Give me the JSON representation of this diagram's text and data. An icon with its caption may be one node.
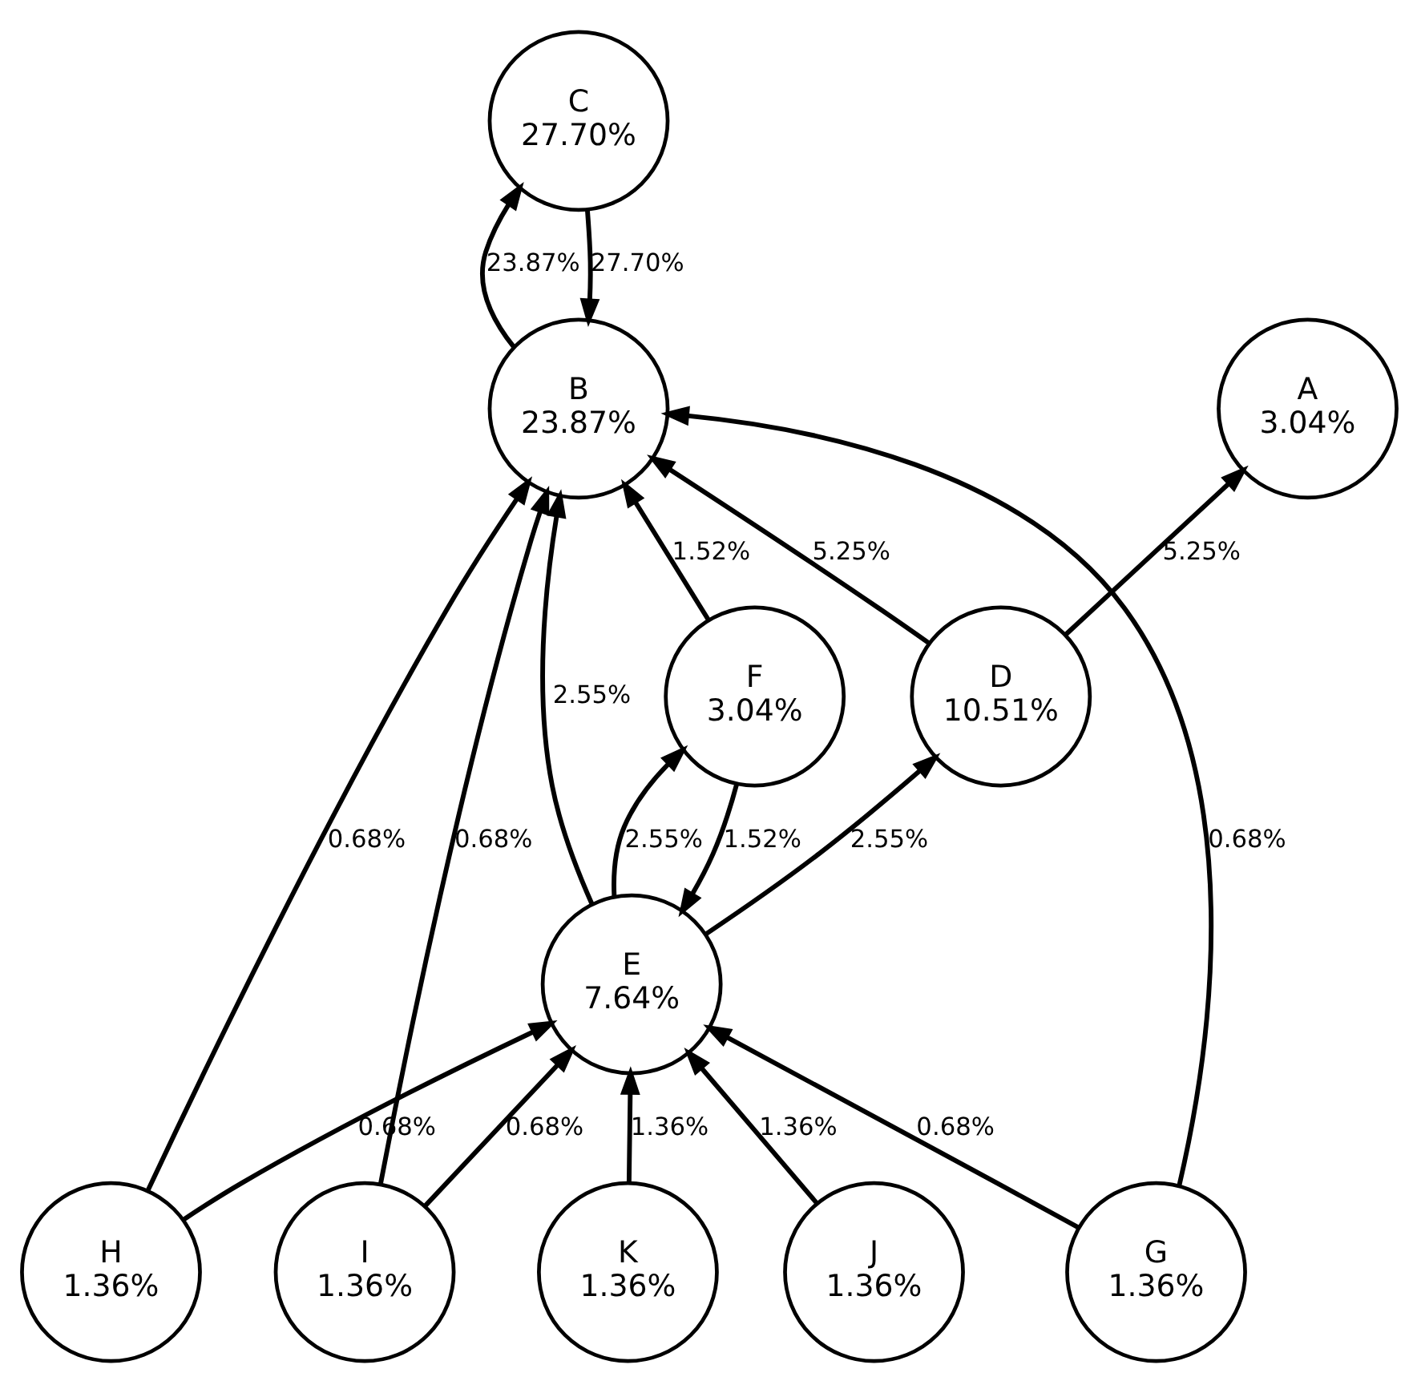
{
  "diagram": {
    "nodes": [
      {
        "text": [
          "A",
          "3.04%"
        ]
      },
      {
        "text": [
          "B",
          "23.87%"
        ]
      },
      {
        "text": [
          "C",
          "27.70%"
        ]
      },
      {
        "text": [
          "D",
          "10.51%"
        ]
      },
      {
        "text": [
          "E",
          "7.64%"
        ]
      },
      {
        "text": [
          "F",
          "3.04%"
        ]
      },
      {
        "text": [
          "G",
          "1.36%"
        ]
      },
      {
        "text": [
          "H",
          "1.36%"
        ]
      },
      {
        "text": [
          "I",
          "1.36%"
        ]
      },
      {
        "text": [
          "J",
          "1.36%"
        ]
      },
      {
        "text": [
          "K",
          "1.36%"
        ]
      }
    ],
    "edges": [
      {
        "from": 3,
        "to": 0,
        "arrow": "to",
        "label": "5.25%"
      },
      {
        "from": 3,
        "to": 1,
        "arrow": "to",
        "label": "5.25%"
      },
      {
        "from": 1,
        "to": 2,
        "arrow": "to",
        "label": "23.87%"
      },
      {
        "from": 2,
        "to": 1,
        "arrow": "to",
        "label": "27.70%"
      },
      {
        "from": 5,
        "to": 1,
        "arrow": "to",
        "label": "1.52%"
      },
      {
        "from": 4,
        "to": 1,
        "arrow": "to",
        "label": "2.55%"
      },
      {
        "from": 4,
        "to": 5,
        "arrow": "to",
        "label": "2.55%"
      },
      {
        "from": 4,
        "to": 3,
        "arrow": "to",
        "label": "2.55%"
      },
      {
        "from": 5,
        "to": 4,
        "arrow": "to",
        "label": "1.52%"
      },
      {
        "from": 6,
        "to": 1,
        "arrow": "to",
        "label": "0.68%"
      },
      {
        "from": 6,
        "to": 4,
        "arrow": "to",
        "label": "0.68%"
      },
      {
        "from": 7,
        "to": 1,
        "arrow": "to",
        "label": "0.68%"
      },
      {
        "from": 7,
        "to": 4,
        "arrow": "to",
        "label": "0.68%"
      },
      {
        "from": 8,
        "to": 4,
        "arrow": "to",
        "label": "0.68%"
      },
      {
        "from": 8,
        "to": 1,
        "arrow": "to",
        "label": "0.68%"
      },
      {
        "from": 10,
        "to": 4,
        "arrow": "to",
        "label": "1.36%"
      },
      {
        "from": 9,
        "to": 4,
        "arrow": "to",
        "label": "1.36%"
      }
    ]
  }
}
